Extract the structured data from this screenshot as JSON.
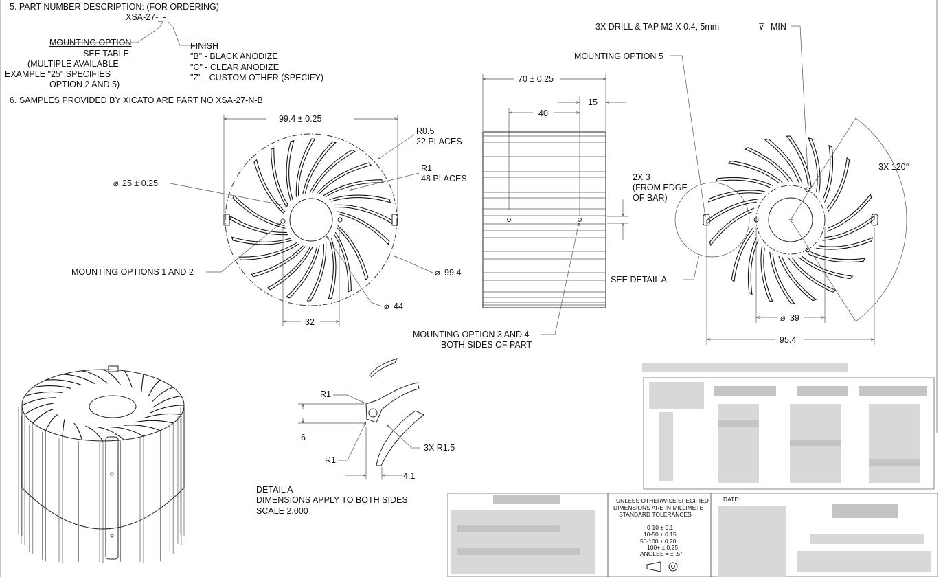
{
  "notes": {
    "note5_title": "5.  PART NUMBER DESCRIPTION: (FOR ORDERING)",
    "part_prefix": "XSA-27-_-",
    "mounting_option_label": "MOUNTING OPTION",
    "see_table": "SEE TABLE",
    "multiple_available": "(MULTIPLE AVAILABLE",
    "example": "EXAMPLE  \"25\" SPECIFIES",
    "option_2_and_5": "OPTION 2 AND 5)",
    "finish_label": "FINISH",
    "finish_b": "\"B\" - BLACK ANODIZE",
    "finish_c": "\"C\" - CLEAR ANODIZE",
    "finish_z": "\"Z\" - CUSTOM OTHER (SPECIFY)",
    "note6": "6.  SAMPLES PROVIDED BY XICATO ARE PART NO XSA-27-N-B"
  },
  "front_view": {
    "overall_width": "99.4  ±  0.25",
    "r05": "R0.5",
    "r05_places": "22 PLACES",
    "r1": "R1",
    "r1_places": "48 PLACES",
    "dia25": "25  ±  0.25",
    "mounting_1_2": "MOUNTING OPTIONS 1 AND 2",
    "dia994": "99.4",
    "dia44": "44",
    "dim32": "32"
  },
  "side_view": {
    "dim70": "70 ± 0.25",
    "dim40": "40",
    "dim15": "15",
    "note_2x3": "2X 3",
    "from_edge": "(FROM EDGE",
    "of_bar": "OF BAR)",
    "mounting_3_4": "MOUNTING OPTION 3 AND 4",
    "both_sides": "BOTH SIDES OF PART"
  },
  "rear_view": {
    "drill_tap": "3X DRILL & TAP M2 X 0.4, 5mm",
    "min": "MIN",
    "mounting_5": "MOUNTING OPTION 5",
    "angle": "3X  120°",
    "see_detail": "SEE DETAIL  A",
    "dia39": "39",
    "dim954": "95.4"
  },
  "detail_a": {
    "r1_top": "R1",
    "dim6": "6",
    "r1_bottom": "R1",
    "r15": "3X  R1.5",
    "dim41": "4.1",
    "title": "DETAIL  A",
    "apply": "DIMENSIONS APPLY TO BOTH SIDES",
    "scale": "SCALE  2.000"
  },
  "title_block": {
    "tolerance_1": "UNLESS OTHERWISE SPECIFIED",
    "tolerance_2": "DIMENSIONS ARE IN MILLIMETE",
    "tolerance_3": "STANDARD TOLERANCES",
    "tol_a": "0-10 ±   0.1",
    "tol_b": "10-50 ±   0.15",
    "tol_c": "50-100 ±   0.20",
    "tol_d": "100+ ±   0.25",
    "tol_e": "ANGLES = ± .5°",
    "date_label": "DATE:"
  }
}
